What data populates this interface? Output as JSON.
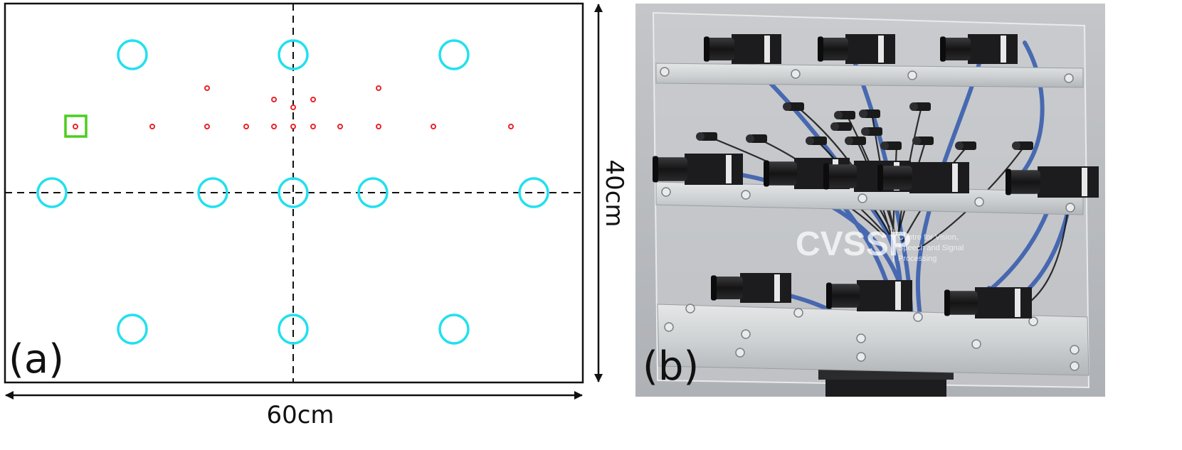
{
  "panel_a": {
    "label": "(a)",
    "width_label": "60cm",
    "height_label": "40cm",
    "colors": {
      "camera_circle": "#22e0ee",
      "target_point": "#e8232a",
      "reference_marker": "#4ccd1e",
      "axis_line": "#111111",
      "frame": "#111111"
    },
    "cameras": [
      {
        "row": 1,
        "col": 2
      },
      {
        "row": 1,
        "col": 3
      },
      {
        "row": 1,
        "col": 4
      },
      {
        "row": 2,
        "col": 1
      },
      {
        "row": 2,
        "col": 2
      },
      {
        "row": 2,
        "col": 3
      },
      {
        "row": 2,
        "col": 4
      },
      {
        "row": 2,
        "col": 5
      },
      {
        "row": 3,
        "col": 2
      },
      {
        "row": 3,
        "col": 3
      },
      {
        "row": 3,
        "col": 4
      }
    ],
    "target_points": [
      {
        "x": 1
      },
      {
        "x": 2
      },
      {
        "x": 3
      },
      {
        "x": 4
      },
      {
        "x": 5
      },
      {
        "x": 6
      },
      {
        "x": 7
      },
      {
        "x": 8
      },
      {
        "x": 9
      },
      {
        "x": 10
      },
      {
        "x": 11
      },
      {
        "x": 12
      },
      {
        "x": 13
      },
      {
        "x": 14
      },
      {
        "x": 15
      },
      {
        "x": 16
      }
    ]
  },
  "panel_b": {
    "label": "(b)",
    "logo_text": "CVSSP",
    "logo_subtext": [
      "Centre for Vision,",
      "Speech and Signal",
      "Processing"
    ],
    "colors": {
      "background_wall": "#b9bcc0",
      "acrylic_panel": "#c7cacd",
      "aluminium_bar": "#d3d6d8",
      "camera_body": "#1c1c1e",
      "cable": "#3a5fae"
    }
  }
}
